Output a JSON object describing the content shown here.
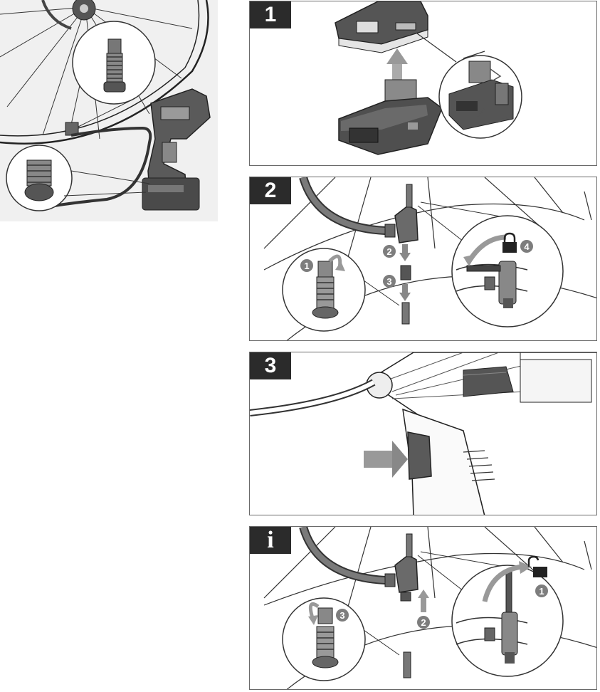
{
  "panels": [
    {
      "id": "step-1",
      "label": "1"
    },
    {
      "id": "step-2",
      "label": "2",
      "markers": [
        "1",
        "2",
        "3",
        "4"
      ]
    },
    {
      "id": "step-3",
      "label": "3"
    },
    {
      "id": "step-info",
      "label": "i",
      "markers": [
        "1",
        "2",
        "3"
      ]
    }
  ],
  "colors": {
    "label_bg": "#2b2b2b",
    "marker_bg": "#7d7d7d",
    "line": "#3a3a3a",
    "tool_dark": "#4a4a4a",
    "tool_mid": "#8a8a8a",
    "overview_bg": "#f0f0f0"
  },
  "icons": [
    "lock-closed-icon",
    "lock-open-icon",
    "rotate-arrow-icon",
    "push-arrow-icon"
  ]
}
